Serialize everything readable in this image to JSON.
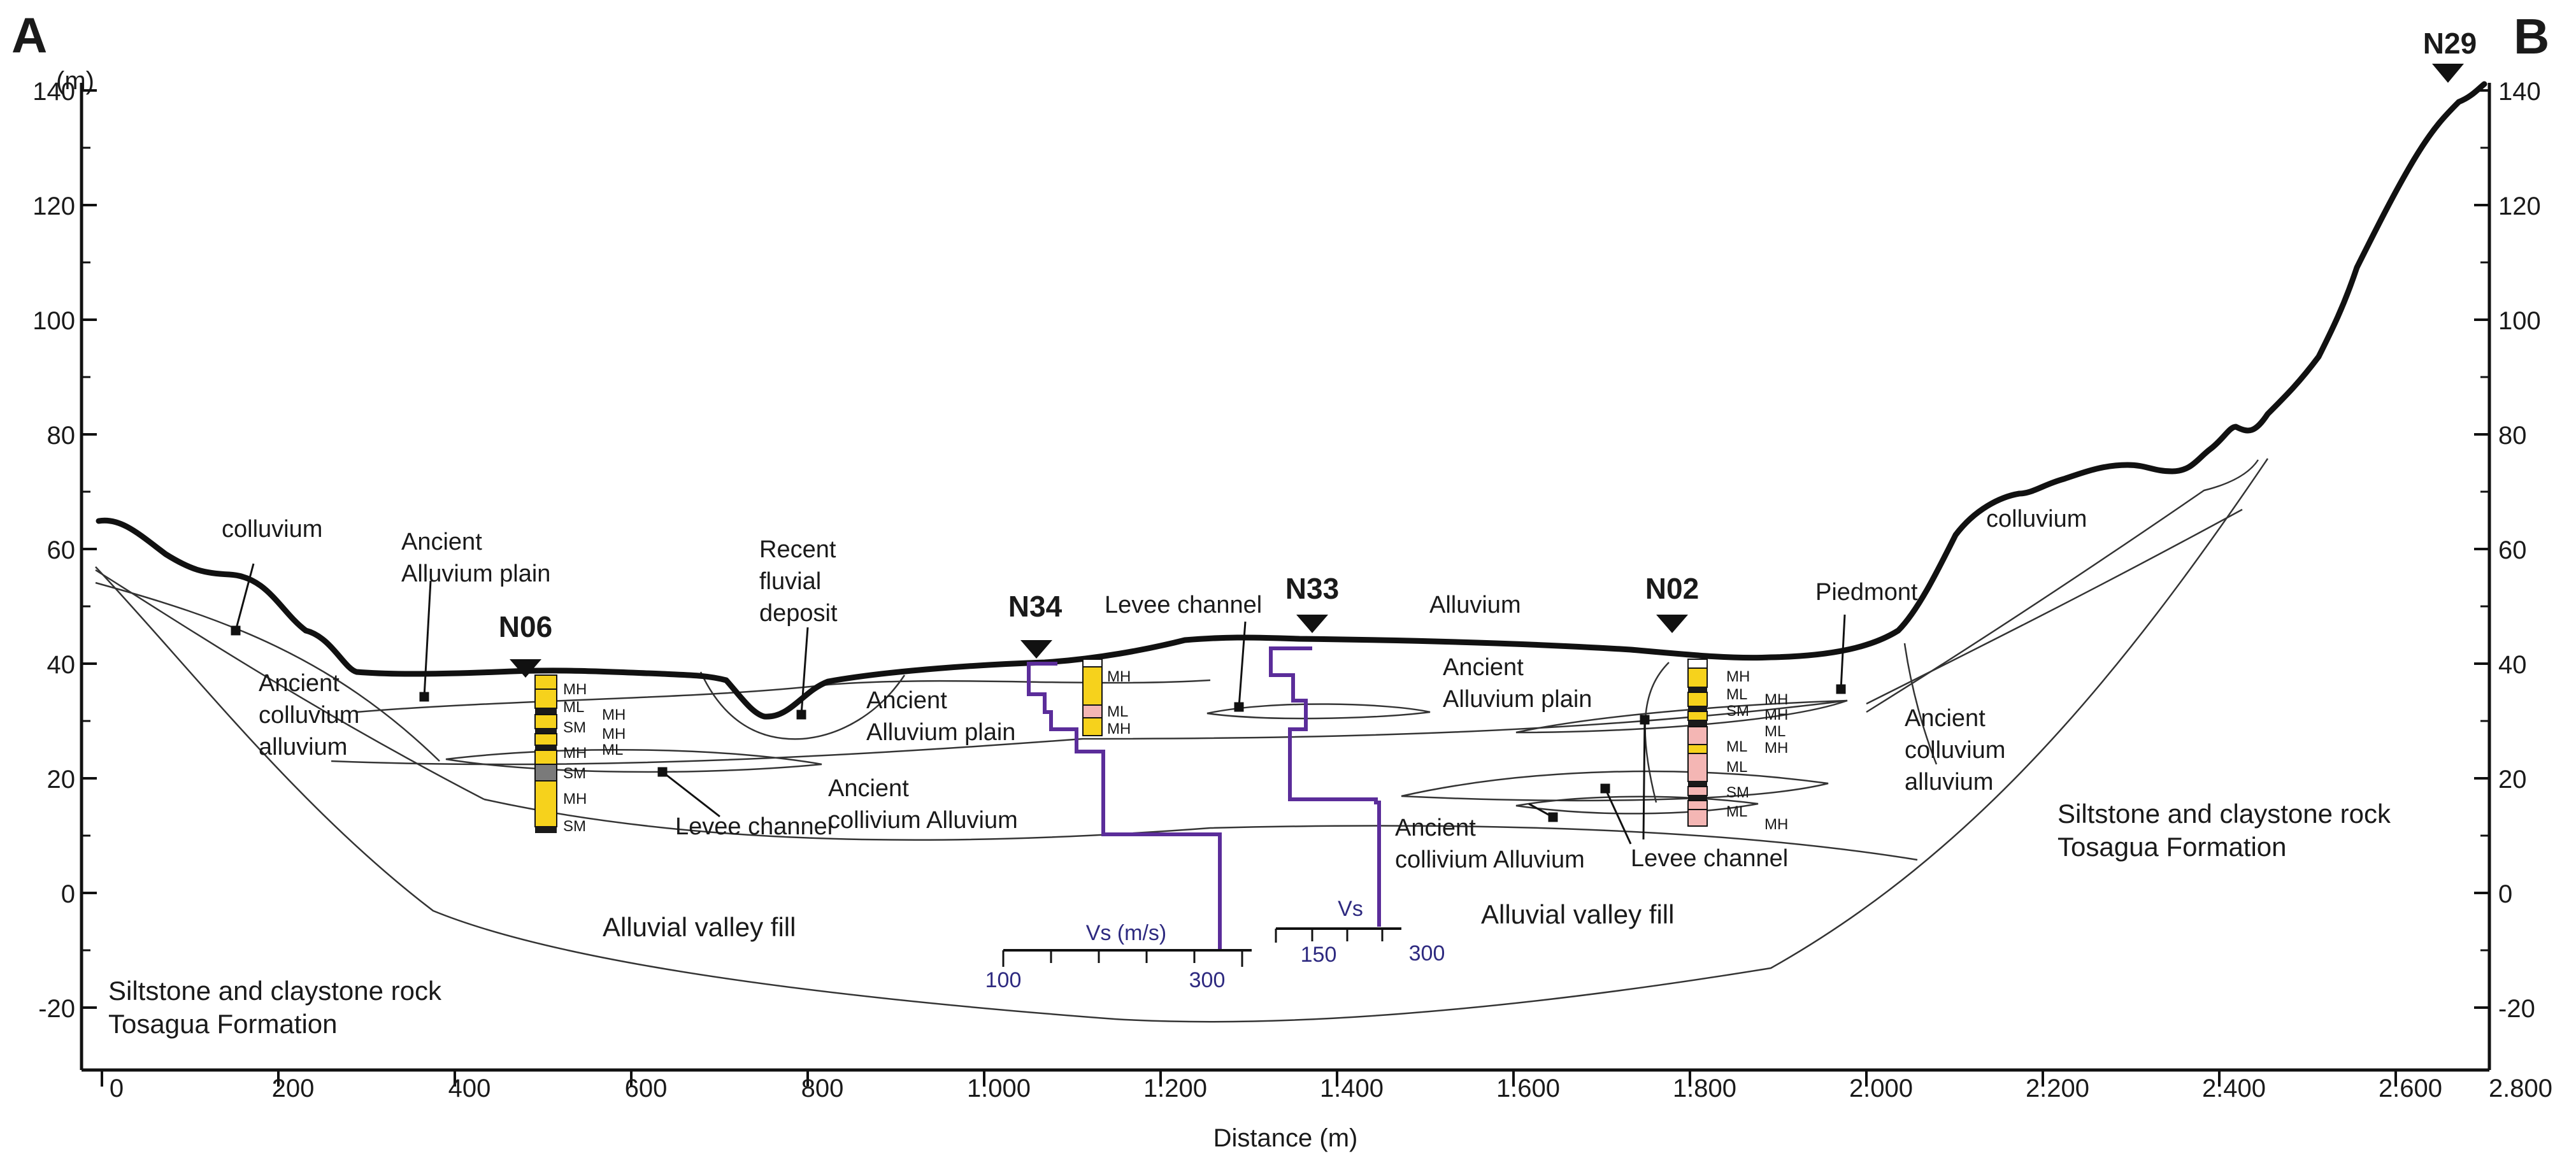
{
  "corner_labels": {
    "left": "A",
    "right": "B"
  },
  "y_axis": {
    "unit": "(m)",
    "ticks": [
      "140",
      "120",
      "100",
      "80",
      "60",
      "40",
      "20",
      "0",
      "-20"
    ]
  },
  "x_axis": {
    "label": "Distance (m)",
    "ticks": [
      "0",
      "200",
      "400",
      "600",
      "800",
      "1.000",
      "1.200",
      "1.400",
      "1.600",
      "1.800",
      "2.000",
      "2.200",
      "2.400",
      "2.600",
      "2.800"
    ]
  },
  "stations": [
    {
      "id": "N06"
    },
    {
      "id": "N34"
    },
    {
      "id": "N33"
    },
    {
      "id": "N02"
    },
    {
      "id": "N29"
    }
  ],
  "units": {
    "colluvium_left": "colluvium",
    "ancient_alluvium_plain_left": [
      "Ancient",
      "Alluvium plain"
    ],
    "recent_fluvial": [
      "Recent",
      "fluvial",
      "deposit"
    ],
    "ancient_colluvium_alluvium_left": [
      "Ancient",
      "colluvium",
      "alluvium"
    ],
    "levee_channel_center": "Levee channel",
    "ancient_alluvium_plain_center": [
      "Ancient",
      "Alluvium plain"
    ],
    "levee_channel_left": "Levee channel",
    "ancient_collivium_alluvium_center": [
      "Ancient",
      "collivium Alluvium"
    ],
    "alluvium": "Alluvium",
    "ancient_alluvium_plain_right": [
      "Ancient",
      "Alluvium plain"
    ],
    "piedmont": "Piedmont",
    "colluvium_right": "colluvium",
    "ancient_colluvium_alluvium_right": [
      "Ancient",
      "colluvium",
      "alluvium"
    ],
    "ancient_collivium_alluvium_right": [
      "Ancient",
      "collivium Alluvium"
    ],
    "levee_channel_right": "Levee channel",
    "alluvial_valley_fill_left": "Alluvial valley fill",
    "alluvial_valley_fill_right": "Alluvial valley fill",
    "bedrock_left": [
      "Siltstone and claystone rock",
      "Tosagua Formation"
    ],
    "bedrock_right": [
      "Siltstone and claystone rock",
      "Tosagua Formation"
    ]
  },
  "borehole_logs": {
    "N06": [
      "MH",
      "ML",
      "MH",
      "SM",
      "MH",
      "ML",
      "MH",
      "SM",
      "MH",
      "SM"
    ],
    "N34": [
      "MH",
      "ML",
      "MH"
    ],
    "N02": [
      "MH",
      "ML",
      "MH",
      "SM",
      "MH",
      "ML",
      "ML",
      "MH",
      "ML",
      "SM",
      "ML",
      "MH"
    ]
  },
  "vs_profiles": {
    "N34": {
      "axis_label": "Vs (m/s)",
      "ticks": [
        "100",
        "300"
      ]
    },
    "N33": {
      "axis_label": "Vs",
      "ticks": [
        "150",
        "300"
      ]
    }
  },
  "colors": {
    "surface": "#1a1a1a",
    "contacts": "#333333",
    "vs_profile": "#5b2d9a",
    "soil_yellow": "#f6d21c",
    "soil_pink": "#f4b6b4",
    "soil_black": "#1a1a1a",
    "soil_gray": "#7a7a7a"
  }
}
